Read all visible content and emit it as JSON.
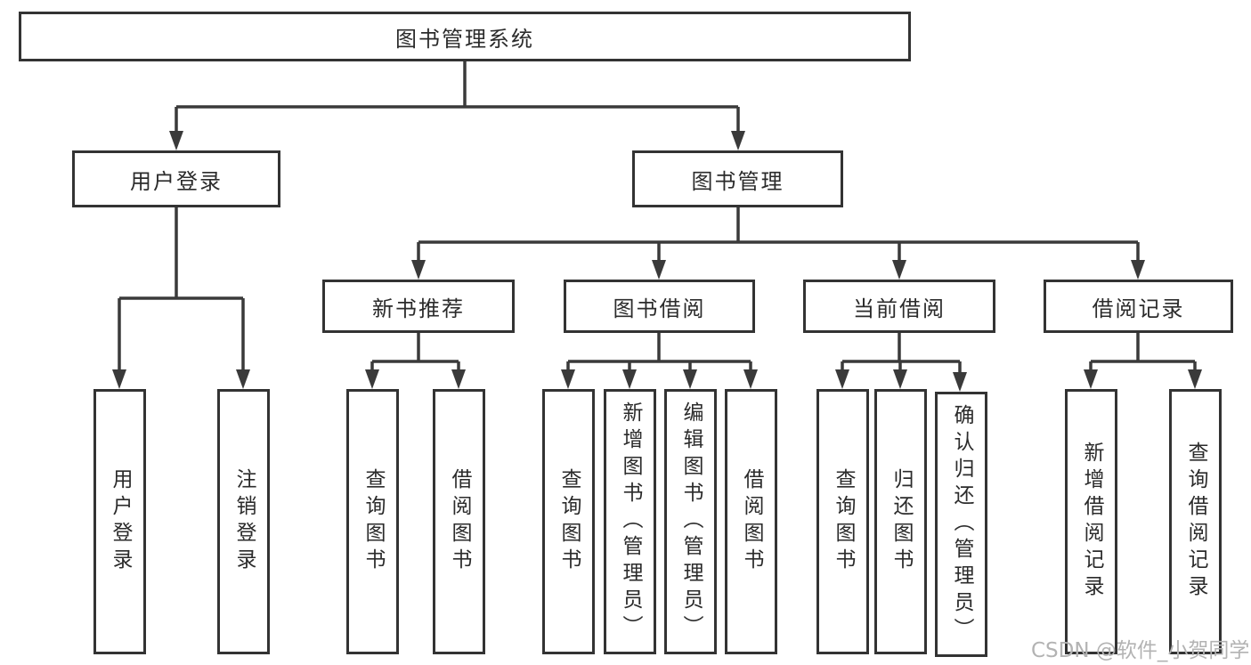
{
  "diagram": {
    "root": "图书管理系统",
    "level2": [
      "用户登录",
      "图书管理"
    ],
    "level3": [
      "新书推荐",
      "图书借阅",
      "当前借阅",
      "借阅记录"
    ],
    "leaves": {
      "user_login": [
        "用户登录",
        "注销登录"
      ],
      "new_book_rec": [
        "查询图书",
        "借阅图书"
      ],
      "book_borrow": [
        "查询图书",
        "新增图书（管理员）",
        "编辑图书（管理员）",
        "借阅图书"
      ],
      "current_borrow": [
        "查询图书",
        "归还图书",
        "确认归还（管理员）"
      ],
      "borrow_records": [
        "新增借阅记录",
        "查询借阅记录"
      ]
    }
  },
  "watermark": "CSDN @软件_小贺同学",
  "colors": {
    "line": "#3a3a3a",
    "border": "#333333",
    "text": "#2b2b2b",
    "watermark": "#b3b3b3",
    "background": "#ffffff"
  }
}
